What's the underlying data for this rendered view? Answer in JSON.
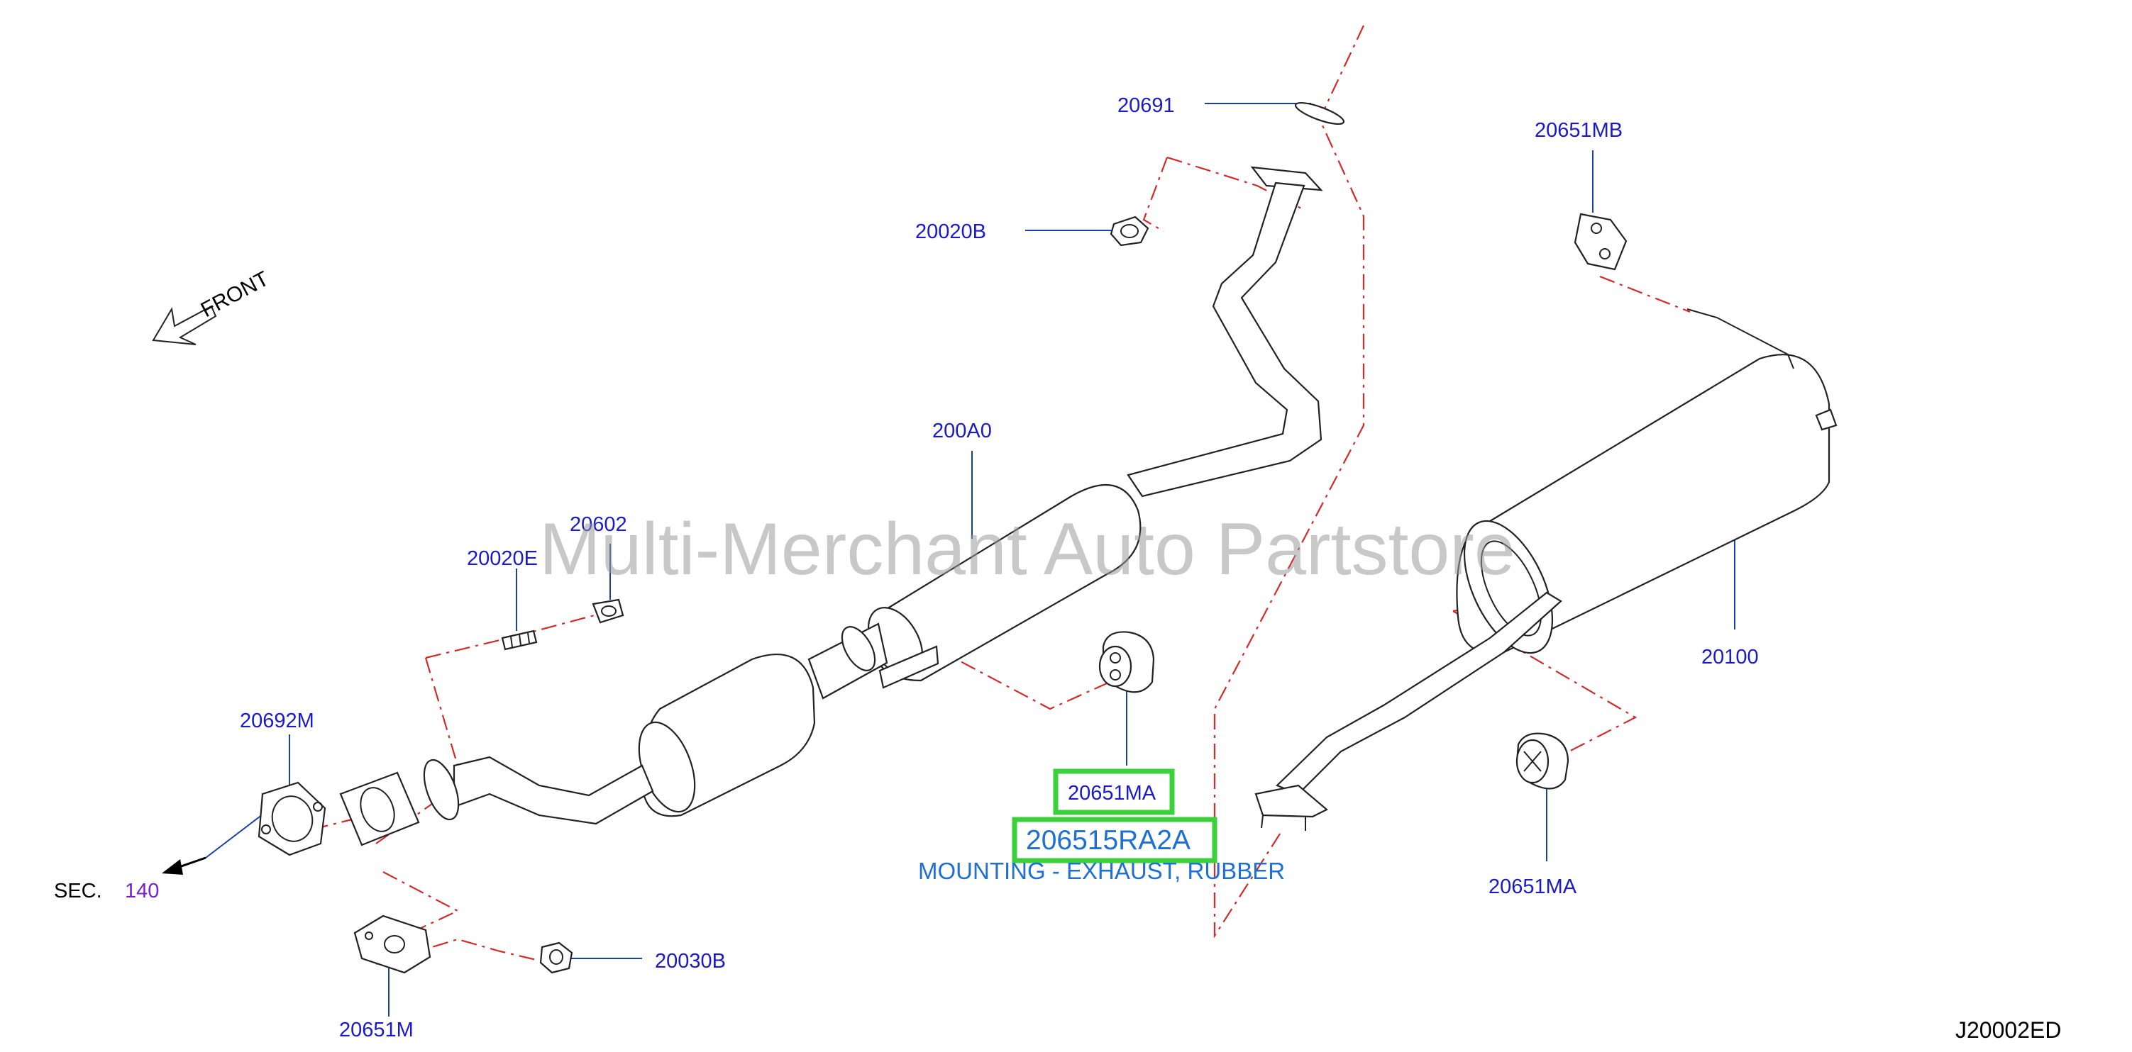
{
  "diagram": {
    "direction_label": "FRONT",
    "section_ref": {
      "label": "SEC.",
      "number": "140"
    },
    "drawing_code": "J20002ED",
    "watermark": "Multi-Merchant Auto Partstore",
    "parts": {
      "p20691": "20691",
      "p20020B": "20020B",
      "p20651MB": "20651MB",
      "p200A0": "200A0",
      "p20602": "20602",
      "p20020E": "20020E",
      "p20100": "20100",
      "p20692M": "20692M",
      "p20651MA_center": "20651MA",
      "p20651MA_right": "20651MA",
      "p20030B": "20030B",
      "p20651M": "20651M"
    },
    "highlight": {
      "part_number": "206515RA2A",
      "description": "MOUNTING - EXHAUST, RUBBER"
    },
    "colors": {
      "part_label": "#1a1acc",
      "leader": "#1a3fa8",
      "dash": "#d42a2a",
      "highlight_border": "#3bd13b",
      "highlight_text": "#1e6fd6",
      "section_number": "#7a1fcf"
    }
  }
}
